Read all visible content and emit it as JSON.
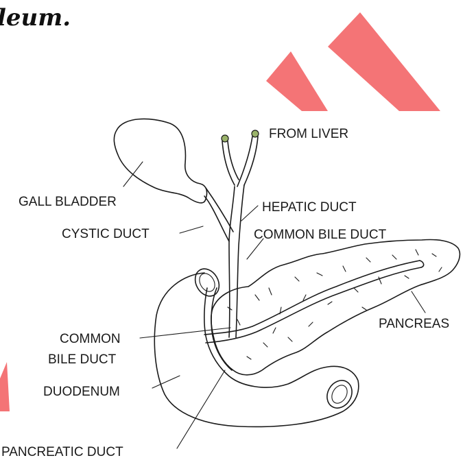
{
  "heading": "leum.",
  "watermark_color": "#f47476",
  "labels": {
    "from_liver": "FROM LIVER",
    "gall_bladder": "GALL BLADDER",
    "hepatic_duct": "HEPATIC DUCT",
    "cystic_duct": "CYSTIC DUCT",
    "common_bile_duct_top": "COMMON BILE DUCT",
    "pancreas": "PANCREAS",
    "common_bile_duct_left_line1": "COMMON",
    "common_bile_duct_left_line2": "BILE DUCT",
    "duodenum": "DUODENUM",
    "pancreatic_duct": "PANCREATIC DUCT"
  }
}
